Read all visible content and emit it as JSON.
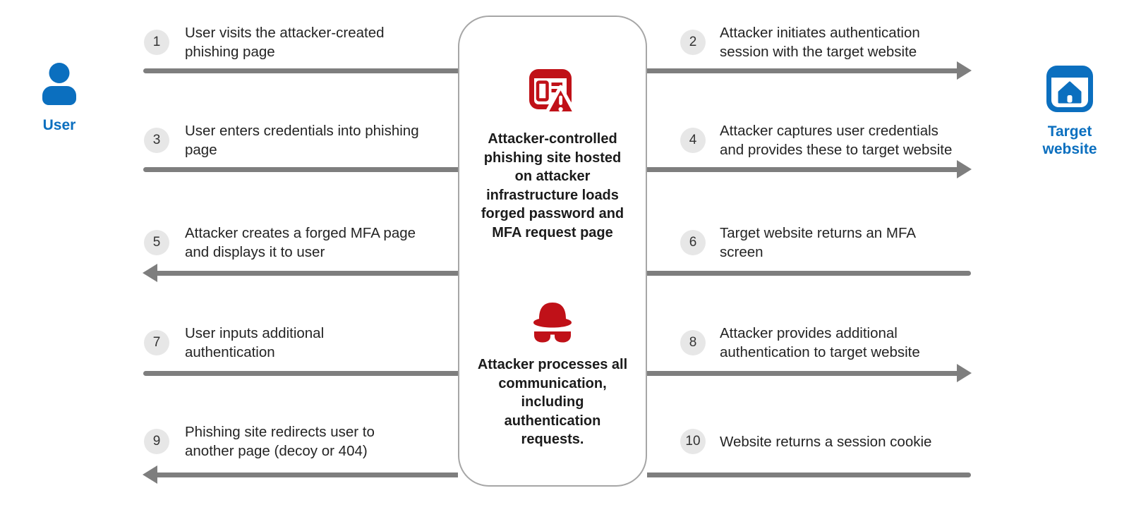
{
  "colors": {
    "blue": "#0B6FBF",
    "red": "#C01118",
    "arrow_gray": "#7E7E7E",
    "badge_gray": "#E7E7E7",
    "box_border": "#A6A6A6",
    "text_dark": "#242424"
  },
  "actors": {
    "user": {
      "label": "User",
      "icon": "person-icon"
    },
    "target": {
      "label": "Target\nwebsite",
      "icon": "website-home-icon"
    }
  },
  "center_box": {
    "phishing_icon": "phishing-site-warning-icon",
    "phishing_text": "Attacker-controlled\nphishing site hosted\non attacker\ninfrastructure loads\nforged password and\nMFA request page",
    "spy_icon": "attacker-spy-icon",
    "spy_text": "Attacker processes all\ncommunication,\nincluding\nauthentication\nrequests."
  },
  "steps": [
    {
      "num": "1",
      "text": "User visits the attacker-created\nphishing page",
      "side": "left",
      "arrow_direction": "toward-attacker"
    },
    {
      "num": "2",
      "text": "Attacker initiates authentication\nsession with the target website",
      "side": "right",
      "arrow_direction": "toward-target-website"
    },
    {
      "num": "3",
      "text": "User enters credentials into phishing\npage",
      "side": "left",
      "arrow_direction": "toward-attacker"
    },
    {
      "num": "4",
      "text": "Attacker captures user credentials\nand provides these to target website",
      "side": "right",
      "arrow_direction": "toward-target-website"
    },
    {
      "num": "5",
      "text": "Attacker creates a forged MFA page\nand displays it to user",
      "side": "left",
      "arrow_direction": "toward-user"
    },
    {
      "num": "6",
      "text": "Target website returns an MFA\nscreen",
      "side": "right",
      "arrow_direction": "toward-attacker"
    },
    {
      "num": "7",
      "text": "User inputs additional\nauthentication",
      "side": "left",
      "arrow_direction": "toward-attacker"
    },
    {
      "num": "8",
      "text": "Attacker provides additional\nauthentication to target website",
      "side": "right",
      "arrow_direction": "toward-target-website"
    },
    {
      "num": "9",
      "text": "Phishing site redirects user to\nanother page (decoy or 404)",
      "side": "left",
      "arrow_direction": "toward-user"
    },
    {
      "num": "10",
      "text": "Website returns a session cookie",
      "side": "right",
      "arrow_direction": "toward-attacker"
    }
  ]
}
